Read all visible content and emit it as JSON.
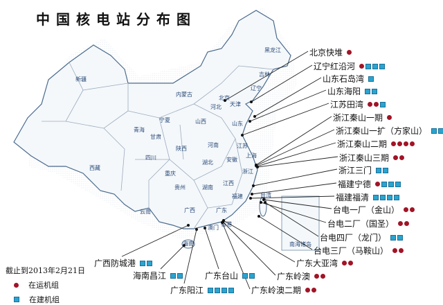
{
  "title": "中国核电站分布图",
  "colors": {
    "operating": "#a11426",
    "construction": "#2aa4cf",
    "border": "#7f93a8",
    "land": "#f4f8fb"
  },
  "provinces": [
    "黑龙江",
    "吉林",
    "辽宁",
    "内蒙古",
    "新疆",
    "北京",
    "天津",
    "河北",
    "宁夏",
    "山西",
    "山东",
    "青海",
    "甘肃",
    "河南",
    "江苏",
    "陕西",
    "上海",
    "四川",
    "湖北",
    "安徽",
    "西藏",
    "重庆",
    "浙江",
    "贵州",
    "湖南",
    "江西",
    "福建",
    "台湾",
    "云南",
    "广西",
    "广东",
    "香港",
    "澳门",
    "海南"
  ],
  "inset_label": "南海诸岛",
  "plants": [
    {
      "name": "北京快堆",
      "operating": 1,
      "construction": 0
    },
    {
      "name": "辽宁红沿河",
      "operating": 1,
      "construction": 3
    },
    {
      "name": "山东石岛湾",
      "operating": 0,
      "construction": 1
    },
    {
      "name": "山东海阳",
      "operating": 0,
      "construction": 2
    },
    {
      "name": "江苏田湾",
      "operating": 2,
      "construction": 1
    },
    {
      "name": "浙江秦山一期",
      "operating": 1,
      "construction": 0
    },
    {
      "name": "浙江秦山一扩（方家山）",
      "operating": 0,
      "construction": 2
    },
    {
      "name": "浙江秦山二期",
      "operating": 4,
      "construction": 0
    },
    {
      "name": "浙江秦山三期",
      "operating": 2,
      "construction": 0
    },
    {
      "name": "浙江三门",
      "operating": 0,
      "construction": 2
    },
    {
      "name": "福建宁德",
      "operating": 1,
      "construction": 3
    },
    {
      "name": "福建福清",
      "operating": 0,
      "construction": 4
    },
    {
      "name": "台电一厂（金山）",
      "operating": 2,
      "construction": 0
    },
    {
      "name": "台电二厂（国圣）",
      "operating": 2,
      "construction": 0
    },
    {
      "name": "台电四厂（龙门）",
      "operating": 0,
      "construction": 2
    },
    {
      "name": "台电三厂（马鞍山）",
      "operating": 2,
      "construction": 0
    },
    {
      "name": "广东大亚湾",
      "operating": 2,
      "construction": 0
    },
    {
      "name": "广东岭澳",
      "operating": 2,
      "construction": 0
    },
    {
      "name": "广东岭澳二期",
      "operating": 2,
      "construction": 0
    },
    {
      "name": "广东台山",
      "operating": 0,
      "construction": 2
    },
    {
      "name": "广东阳江",
      "operating": 0,
      "construction": 4
    },
    {
      "name": "海南昌江",
      "operating": 0,
      "construction": 2
    },
    {
      "name": "广西防城港",
      "operating": 0,
      "construction": 2
    }
  ],
  "legend": {
    "date": "截止到2013年2月21日",
    "operating": "在运机组",
    "construction": "在建机组"
  }
}
